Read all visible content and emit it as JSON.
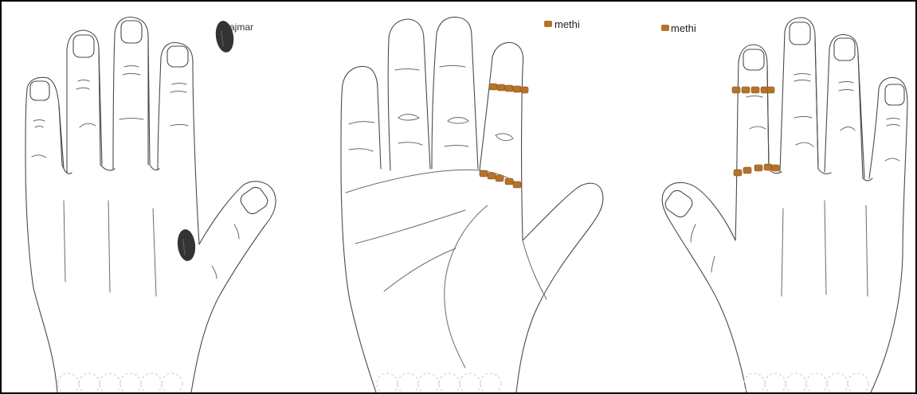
{
  "panels": [
    {
      "id": "back-left",
      "label": "rajmar"
    },
    {
      "id": "palm",
      "label": "methi"
    },
    {
      "id": "back-right",
      "label": "methi"
    }
  ],
  "colors": {
    "outline": "#4a4a4a",
    "rajmar_seed": "#333333",
    "methi_seed": "#b5722a",
    "border": "#000000"
  }
}
